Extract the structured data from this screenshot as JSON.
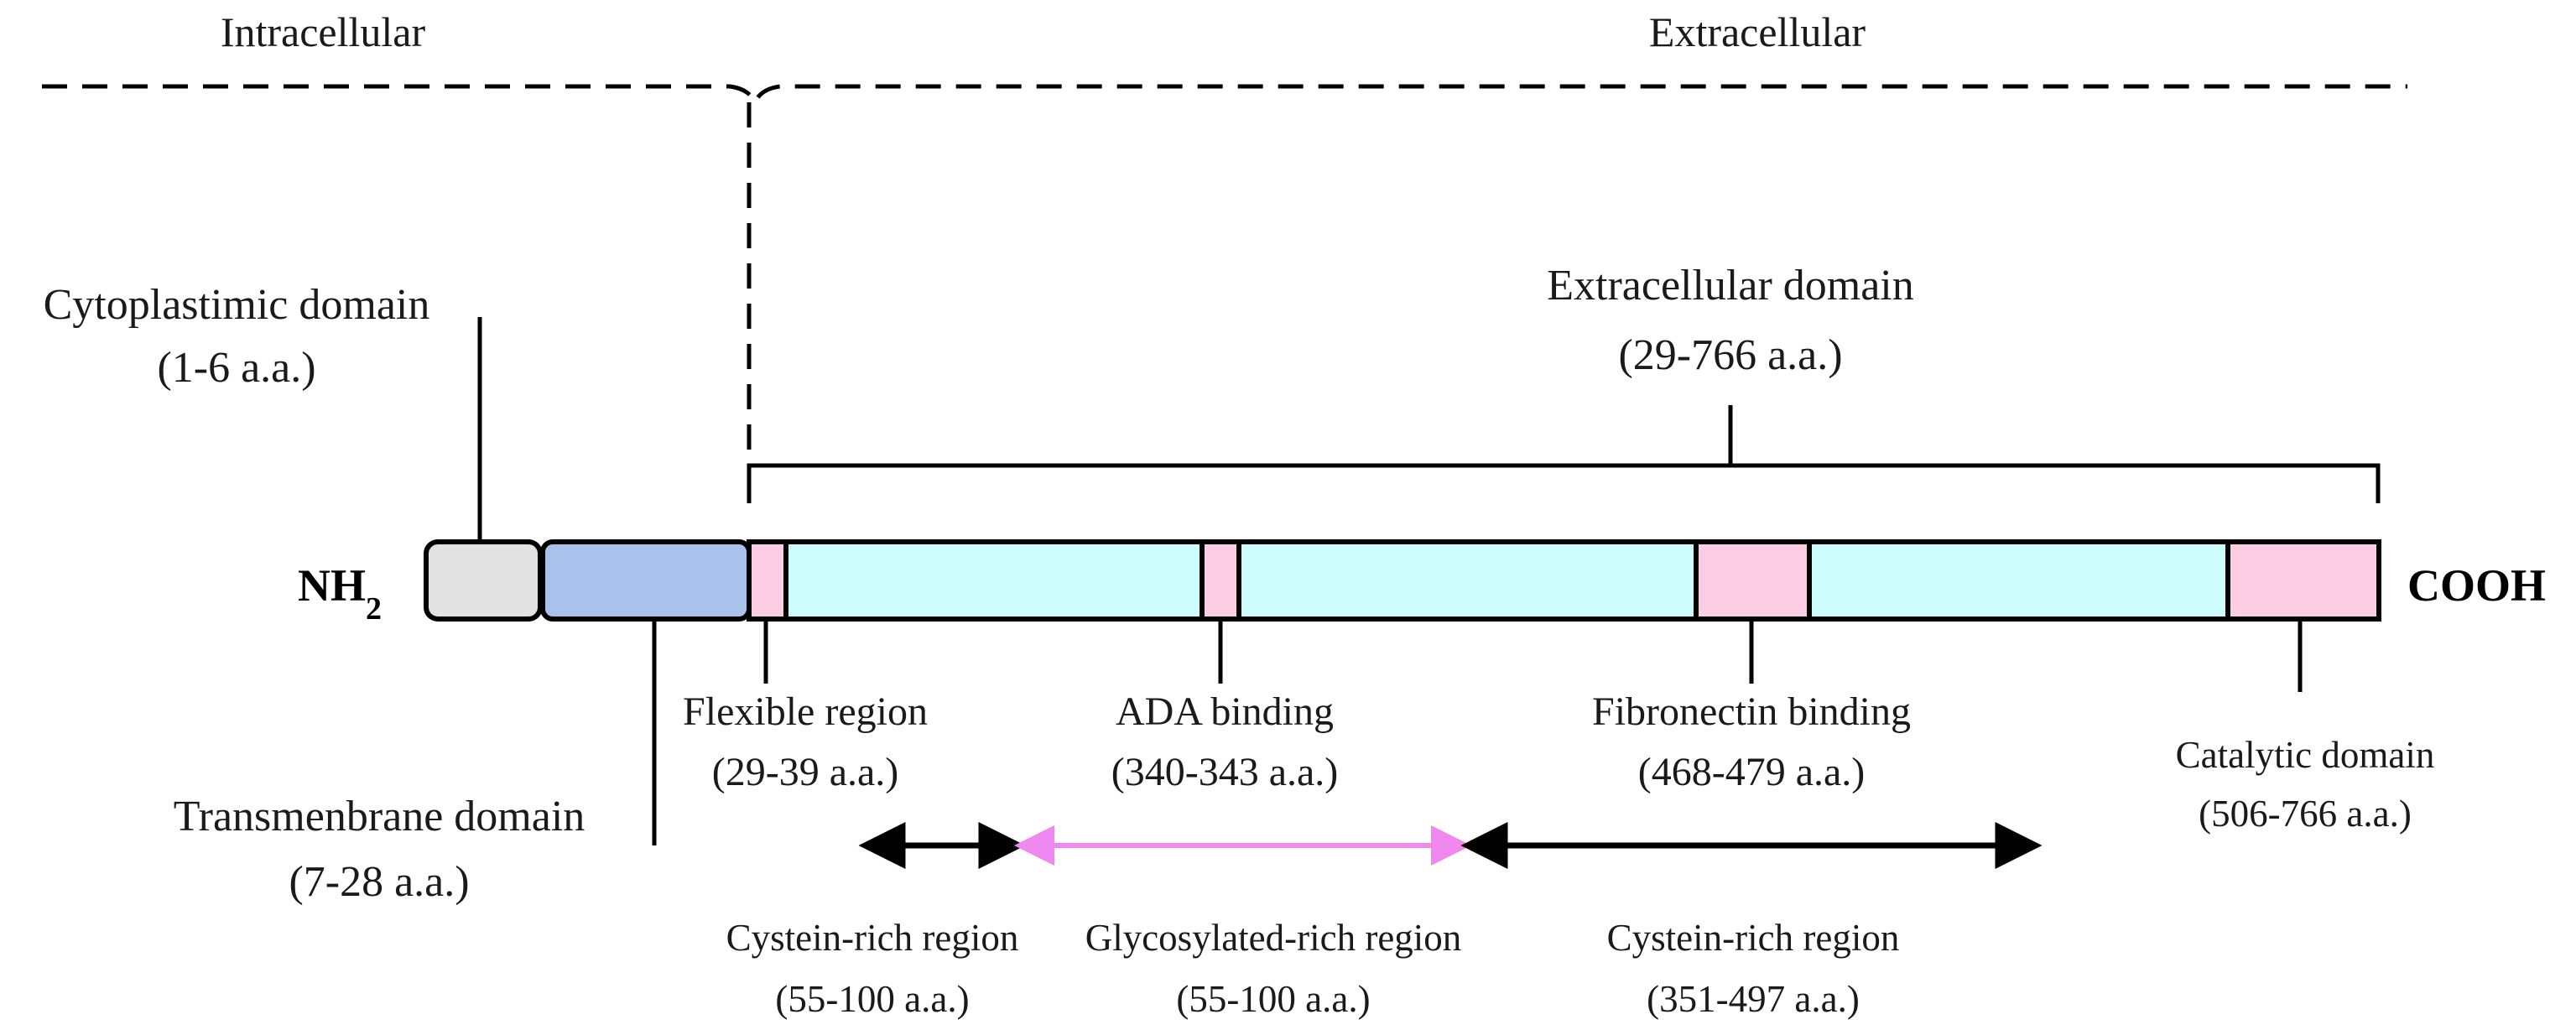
{
  "membrane": {
    "left_label": "Intracellular",
    "right_label": "Extracellular"
  },
  "termini": {
    "n_main": "NH",
    "n_sub": "2",
    "c": "COOH"
  },
  "colors": {
    "cytoplasmic": "#e2e2e2",
    "transmembrane": "#a8c2ec",
    "extracellular": "#ccfdfc",
    "motif": "#fdcde3",
    "glyco_arrow": "#ee88ee",
    "line": "#000000"
  },
  "labels": {
    "cytoplasmic": {
      "name": "Cytoplastimic domain",
      "range": "(1-6 a.a.)"
    },
    "extracellular_domain": {
      "name": "Extracellular domain",
      "range": "(29-766 a.a.)"
    },
    "transmembrane": {
      "name": "Transmenbrane domain",
      "range": "(7-28 a.a.)"
    },
    "flexible": {
      "name": "Flexible region",
      "range": "(29-39 a.a.)"
    },
    "ada": {
      "name": "ADA binding",
      "range": "(340-343 a.a.)"
    },
    "fibronectin": {
      "name": "Fibronectin binding",
      "range": "(468-479 a.a.)"
    },
    "catalytic": {
      "name": "Catalytic domain",
      "range": "(506-766 a.a.)"
    },
    "cysteine1": {
      "name": "Cystein-rich region",
      "range": "(55-100 a.a.)"
    },
    "glyco": {
      "name": "Glycosylated-rich region",
      "range": "(55-100 a.a.)"
    },
    "cysteine2": {
      "name": "Cystein-rich region",
      "range": "(351-497 a.a.)"
    }
  }
}
